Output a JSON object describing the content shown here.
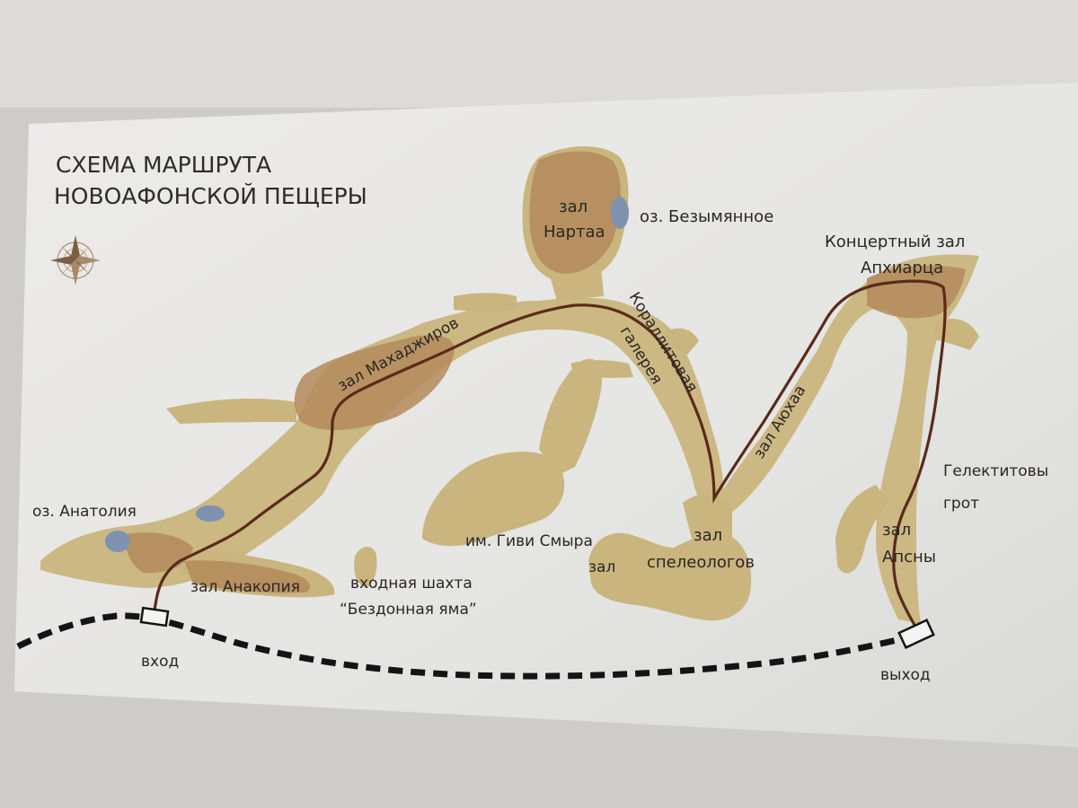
{
  "title": {
    "line1": "СХЕМА МАРШРУТА",
    "line2": "НОВОАФОНСКОЙ ПЕЩЕРЫ"
  },
  "labels": {
    "lake_bezymyannoe": "оз. Безымянное",
    "lake_anatolia": "оз. Анатолия",
    "hall_nartaa_1": "зал",
    "hall_nartaa_2": "Нартаа",
    "hall_makhadzhirov": "зал Махаджиров",
    "coral_gallery_1": "Кораллитовая",
    "coral_gallery_2": "галерея",
    "concert_hall_1": "Концертный зал",
    "concert_hall_2": "Апхиарца",
    "hall_ayukhaa": "зал Аюхаа",
    "gelektit_grotto_1": "Гелектитовы",
    "gelektit_grotto_2": "грот",
    "hall_apsny_1": "зал",
    "hall_apsny_2": "Апсны",
    "hall_speleologists_1": "зал",
    "hall_speleologists_2": "спелеологов",
    "hall_givi_1": "им. Гиви Смыра",
    "hall_givi_2": "зал",
    "entrance_shaft_1": "входная шахта",
    "entrance_shaft_2": "“Бездонная яма”",
    "hall_anakopia": "зал Анакопия",
    "entrance": "вход",
    "exit": "выход"
  },
  "icons": {
    "compass": "compass-rose-icon"
  },
  "colors": {
    "cave_floor": "#c9b57d",
    "hall": "#b48a5c",
    "lake": "#7e92b0",
    "route": "#5a2a1a",
    "rail": "#141414",
    "board": "#e8e8e6"
  }
}
